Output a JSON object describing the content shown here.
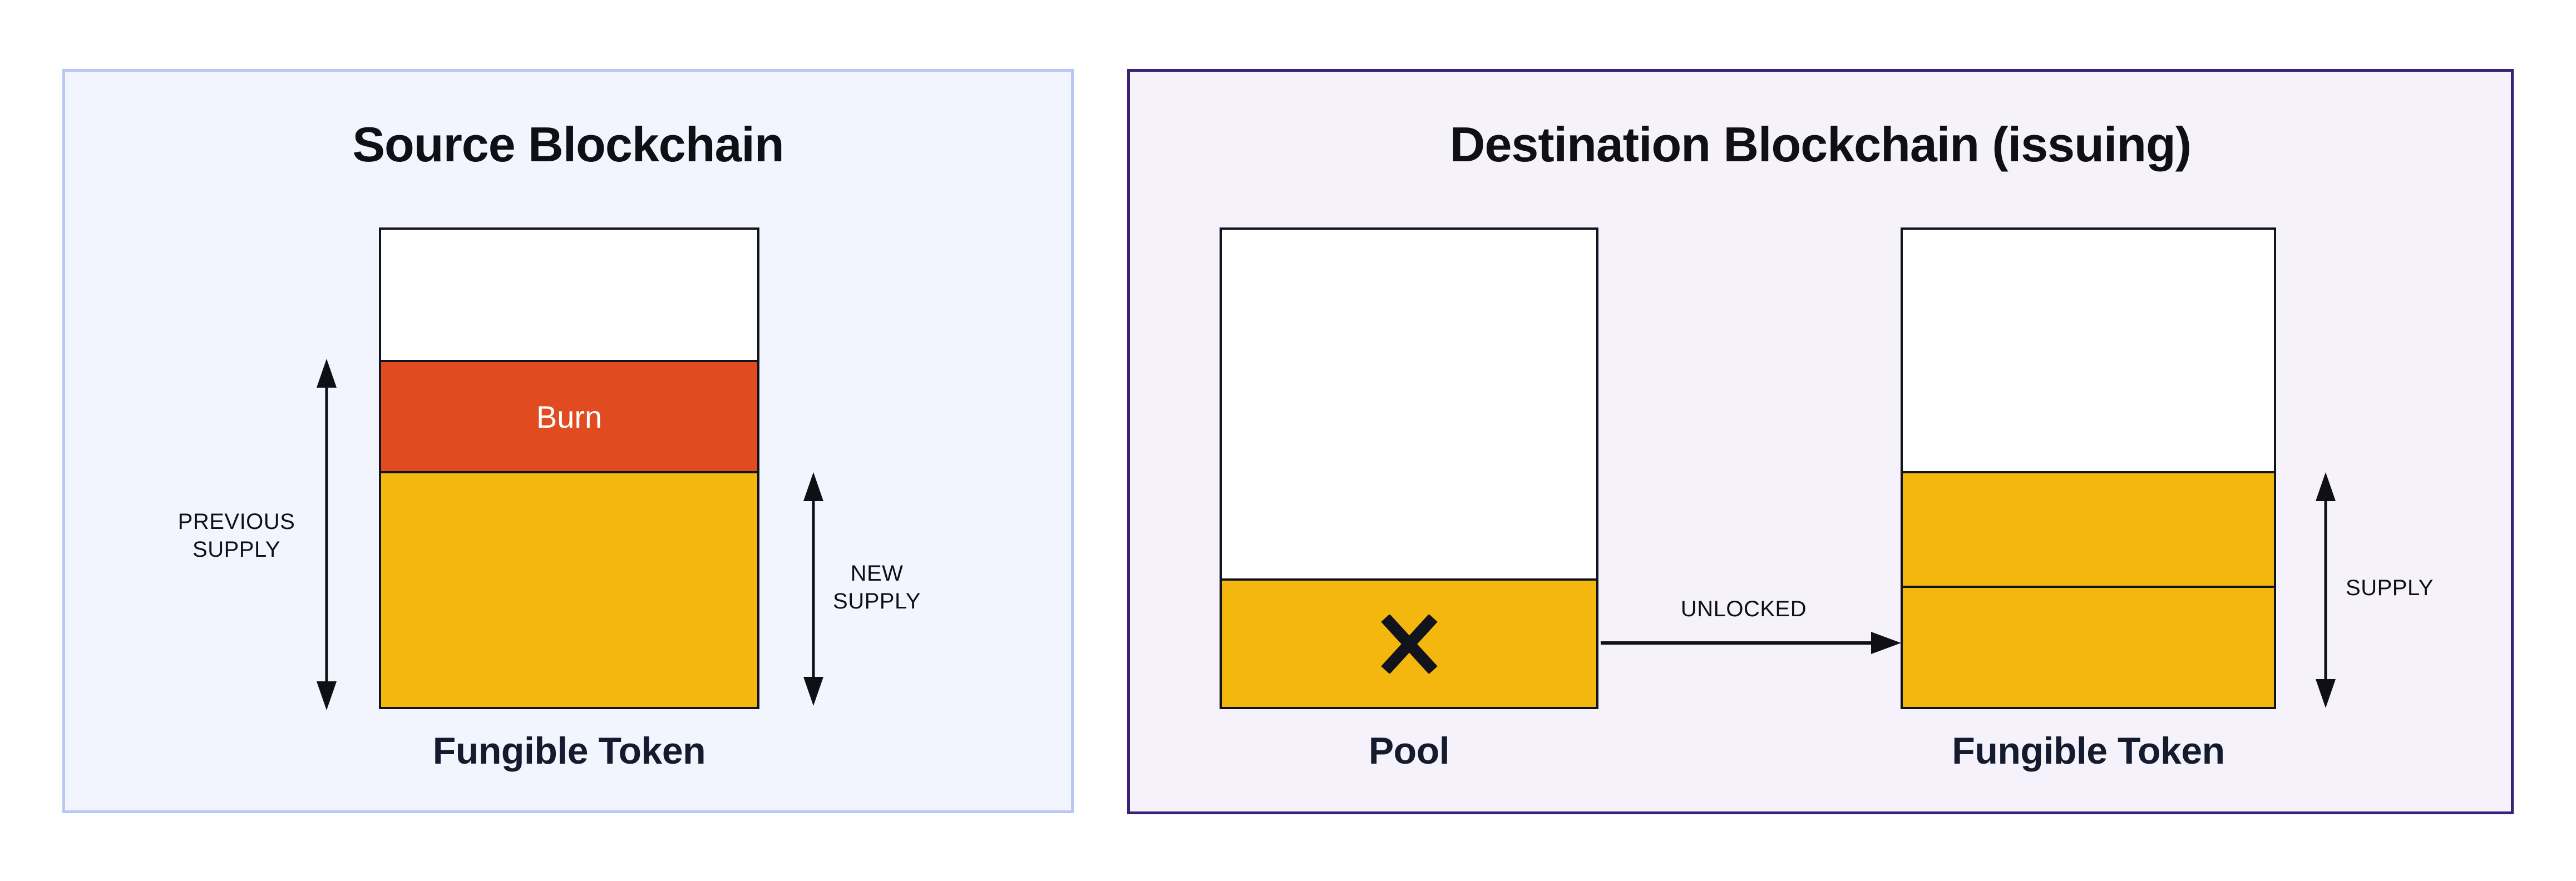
{
  "source_panel": {
    "title": "Source Blockchain",
    "burn_label": "Burn",
    "token_label": "Fungible Token",
    "previous_supply": [
      "PREVIOUS",
      "SUPPLY"
    ],
    "new_supply": [
      "NEW",
      "SUPPLY"
    ]
  },
  "destination_panel": {
    "title": "Destination Blockchain (issuing)",
    "pool_label": "Pool",
    "token_label": "Fungible Token",
    "unlocked_label": "UNLOCKED",
    "supply_label": "SUPPLY"
  },
  "colors": {
    "page-bg": "#ffffff",
    "source-bg": "#f2f5fd",
    "source-border": "#b7c9f2",
    "dest-bg": "#f5f2fb",
    "dest-border": "#392178",
    "bar-bg": "#ffffff",
    "bar-border": "#11131d",
    "burn-red": "#e04b1f",
    "token-yellow": "#f4b70e",
    "ink": "#0e1016",
    "label-navy": "#141b2e",
    "burn-text": "#ffffff"
  }
}
